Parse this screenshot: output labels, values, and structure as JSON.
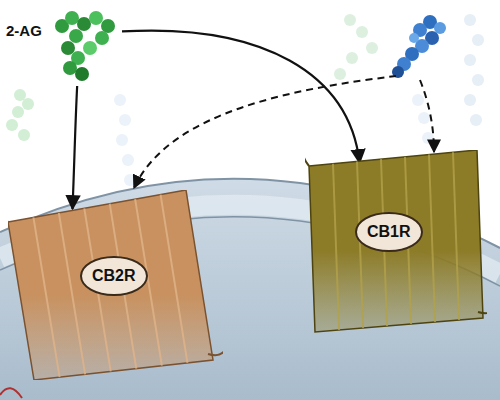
{
  "diagram": {
    "nodes": [
      {
        "text": [
          "2-AG"
        ]
      },
      {
        "text": [
          "CB2R"
        ]
      },
      {
        "text": [
          "CB1R"
        ]
      }
    ],
    "edges": [
      {
        "from": 0,
        "to": 1,
        "arrow": "to"
      },
      {
        "from": 0,
        "to": 2,
        "arrow": "to"
      }
    ]
  }
}
